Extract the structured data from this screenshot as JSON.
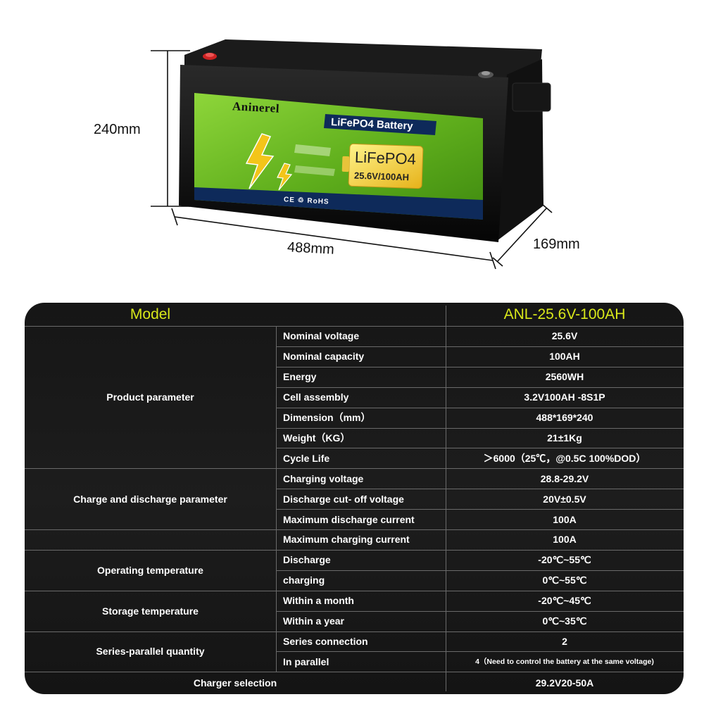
{
  "product": {
    "brand": "Aninerel",
    "band_title": "LiFePO4 Battery",
    "chemistry_label": "LiFePO4",
    "rating_label": "25.6V/100AH",
    "certifications": "CE ♲ RoHS"
  },
  "dimensions": {
    "height": "240mm",
    "length": "488mm",
    "width": "169mm"
  },
  "colors": {
    "panel_bg": "#1a1a1a",
    "header_text": "#d9e81a",
    "label_green": "#6cc21c",
    "label_band": "#0e2a5a"
  },
  "spec": {
    "header": {
      "label": "Model",
      "value": "ANL-25.6V-100AH"
    },
    "groups": [
      {
        "title": "Product parameter",
        "rows": [
          {
            "name": "Nominal voltage",
            "value": "25.6V"
          },
          {
            "name": "Nominal capacity",
            "value": "100AH"
          },
          {
            "name": "Energy",
            "value": "2560WH"
          },
          {
            "name": "Cell assembly",
            "value": "3.2V100AH -8S1P"
          },
          {
            "name": "Dimension（mm）",
            "value": "488*169*240"
          },
          {
            "name": "Weight（KG）",
            "value": "21±1Kg"
          },
          {
            "name": "Cycle Life",
            "value": "＞6000（25℃，@0.5C 100%DOD）"
          }
        ]
      },
      {
        "title": "Charge and discharge parameter",
        "rows": [
          {
            "name": "Charging voltage",
            "value": "28.8-29.2V"
          },
          {
            "name": "Discharge cut- off voltage",
            "value": "20V±0.5V"
          },
          {
            "name": "Maximum discharge current",
            "value": "100A"
          }
        ]
      },
      {
        "title": "",
        "rows": [
          {
            "name": "Maximum charging current",
            "value": "100A"
          }
        ]
      },
      {
        "title": "Operating temperature",
        "rows": [
          {
            "name": "Discharge",
            "value": "-20℃~55℃"
          },
          {
            "name": "charging",
            "value": "0℃~55℃"
          }
        ]
      },
      {
        "title": "Storage temperature",
        "rows": [
          {
            "name": "Within a month",
            "value": "-20℃~45℃"
          },
          {
            "name": "Within a year",
            "value": "0℃~35℃"
          }
        ]
      },
      {
        "title": "Series-parallel quantity",
        "rows": [
          {
            "name": "Series connection",
            "value": "2"
          },
          {
            "name": "In parallel",
            "value": "4（Need to control the battery at the same voltage)"
          }
        ]
      }
    ],
    "footer": {
      "label": "Charger selection",
      "value": "29.2V20-50A"
    }
  }
}
